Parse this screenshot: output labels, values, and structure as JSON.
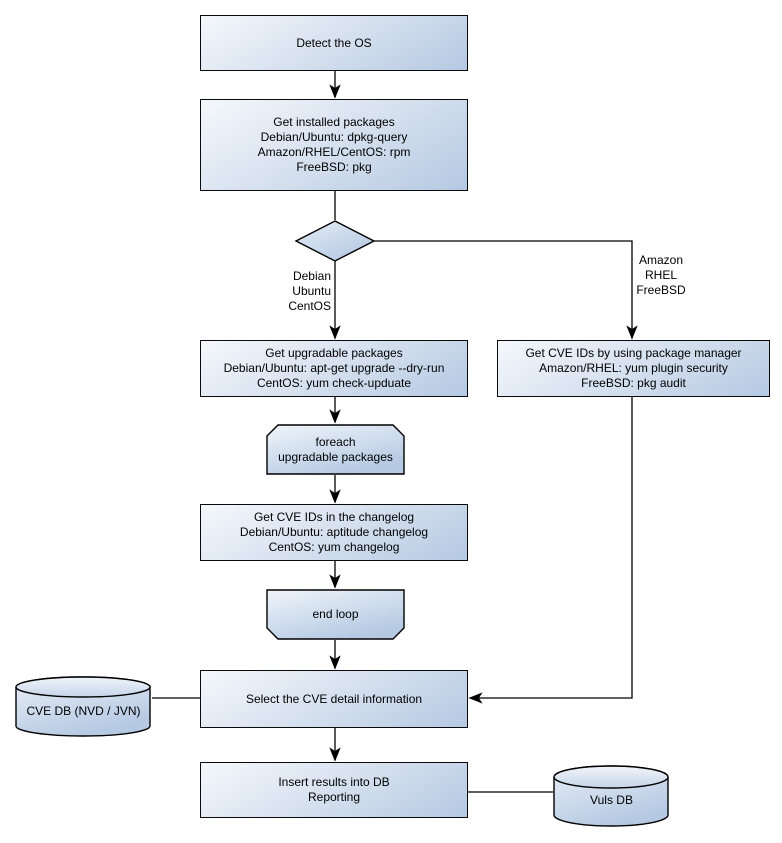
{
  "diagram": {
    "nodes": {
      "detect_os": {
        "type": "process",
        "lines": [
          "Detect the OS"
        ]
      },
      "get_installed_packages": {
        "type": "process",
        "lines": [
          "Get installed packages",
          "Debian/Ubuntu: dpkg-query",
          "Amazon/RHEL/CentOS: rpm",
          "FreeBSD: pkg"
        ]
      },
      "os_branch_decision": {
        "type": "decision",
        "lines": []
      },
      "get_upgradable_packages": {
        "type": "process",
        "lines": [
          "Get upgradable packages",
          "Debian/Ubuntu: apt-get upgrade --dry-run",
          "CentOS: yum check-upduate"
        ]
      },
      "get_cve_ids_package_manager": {
        "type": "process",
        "lines": [
          "Get CVE IDs by using package manager",
          "Amazon/RHEL: yum plugin security",
          "FreeBSD: pkg audit"
        ]
      },
      "foreach_loop_start": {
        "type": "loop-start",
        "lines": [
          "foreach",
          "upgradable packages"
        ]
      },
      "get_cve_ids_changelog": {
        "type": "process",
        "lines": [
          "Get CVE IDs in the changelog",
          "Debian/Ubuntu: aptitude changelog",
          "CentOS: yum changelog"
        ]
      },
      "end_loop": {
        "type": "loop-end",
        "lines": [
          "end loop"
        ]
      },
      "select_cve_detail": {
        "type": "process",
        "lines": [
          "Select the CVE detail information"
        ]
      },
      "insert_results": {
        "type": "process",
        "lines": [
          "Insert results into DB",
          "Reporting"
        ]
      },
      "cve_db": {
        "type": "database",
        "lines": [
          "CVE DB (NVD / JVN)"
        ]
      },
      "vuls_db": {
        "type": "database",
        "lines": [
          "Vuls DB"
        ]
      }
    },
    "edge_labels": {
      "left_branch": [
        "Debian",
        "Ubuntu",
        "CentOS"
      ],
      "right_branch": [
        "Amazon",
        "RHEL",
        "FreeBSD"
      ]
    },
    "colors": {
      "node_fill_top": "#f4f8fc",
      "node_fill_bottom": "#b5c9e3",
      "node_border": "#000000",
      "connector": "#000000",
      "text": "#000000",
      "background": "#ffffff"
    }
  }
}
